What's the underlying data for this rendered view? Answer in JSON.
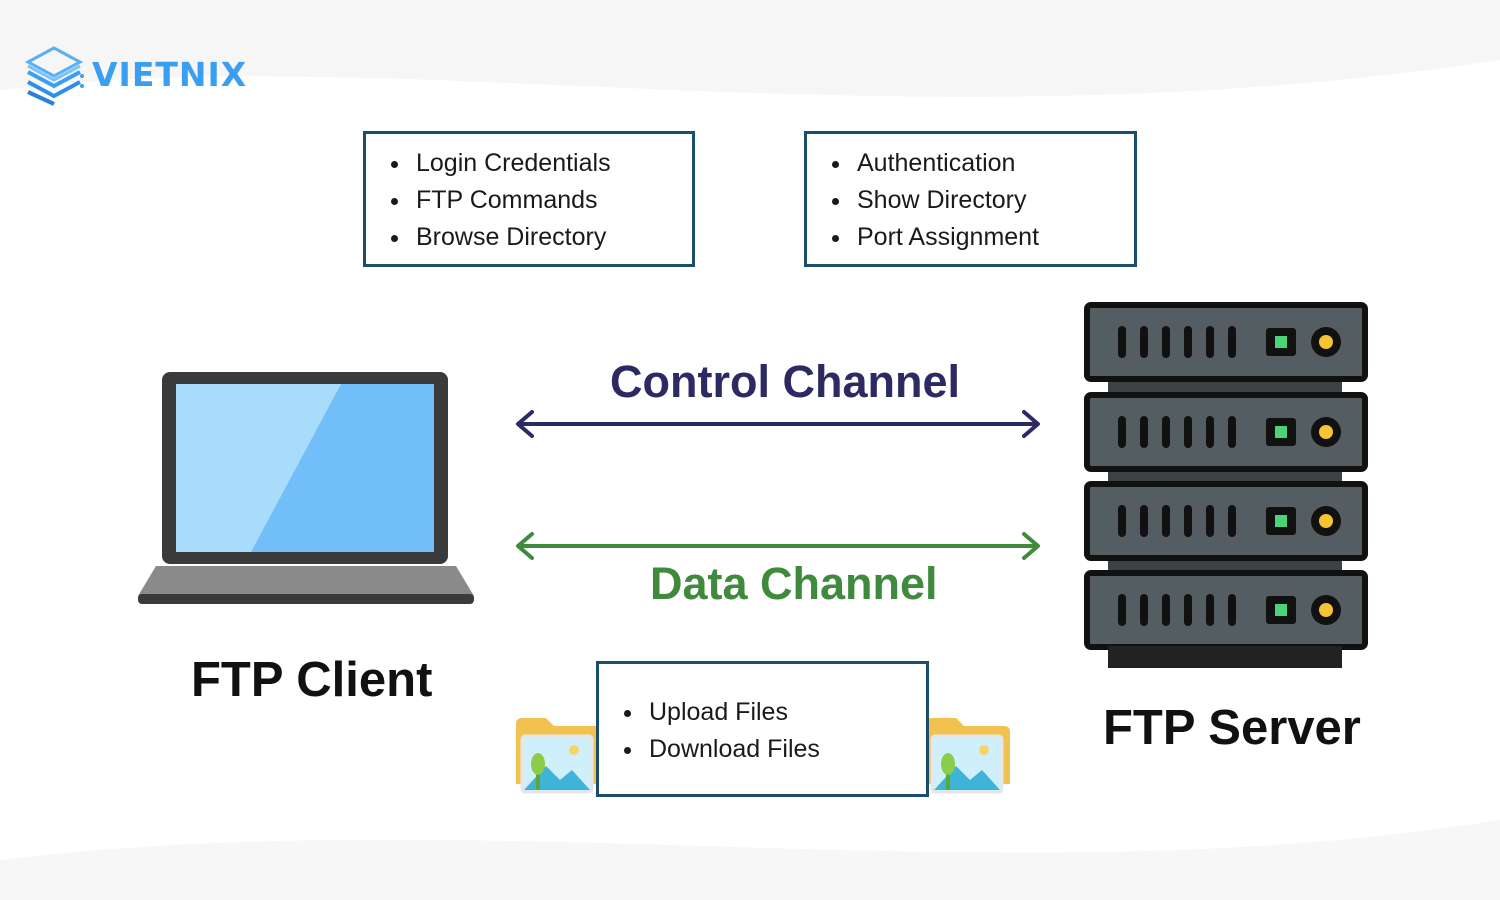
{
  "brand": {
    "name": "VIETNIX"
  },
  "client_box": {
    "items": [
      "Login Credentials",
      "FTP Commands",
      "Browse Directory"
    ]
  },
  "server_box": {
    "items": [
      "Authentication",
      "Show Directory",
      "Port Assignment"
    ]
  },
  "file_box": {
    "items": [
      "Upload Files",
      "Download Files"
    ]
  },
  "channels": {
    "control": {
      "label": "Control Channel",
      "color": "#2b2a63"
    },
    "data": {
      "label": "Data Channel",
      "color": "#3f8a3c"
    }
  },
  "nodes": {
    "client": "FTP Client",
    "server": "FTP Server"
  },
  "colors": {
    "box_border": "#1a4e6c",
    "brand_blue": "#3b9ef0"
  },
  "icons": [
    "vietnix-logo-icon",
    "laptop-icon",
    "server-rack-icon",
    "image-folder-icon"
  ]
}
